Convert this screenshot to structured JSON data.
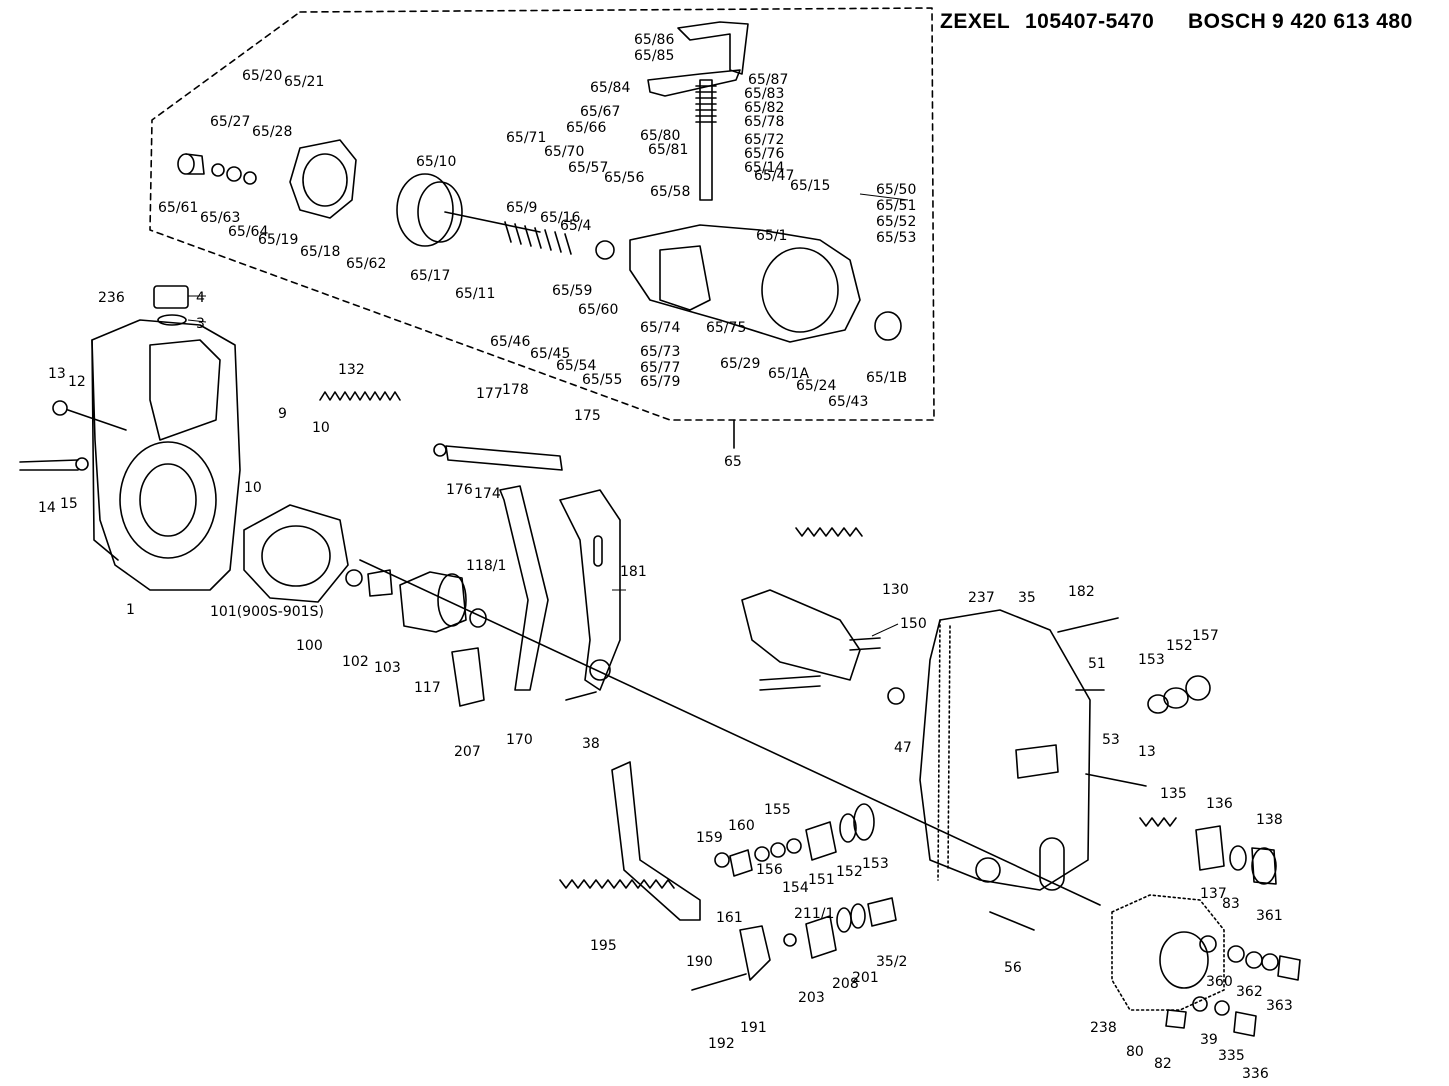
{
  "header": {
    "maker1": "ZEXEL",
    "part1": "105407-5470",
    "maker2": "BOSCH",
    "part2": "9 420 613 480"
  },
  "part_labels": [
    "65/86",
    "65/85",
    "65/84",
    "65/87",
    "65/83",
    "65/82",
    "65/78",
    "65/80",
    "65/72",
    "65/81",
    "65/76",
    "65/67",
    "65/66",
    "65/71",
    "65/70",
    "65/57",
    "65/56",
    "65/58",
    "65/14",
    "65/47",
    "65/15",
    "65/50",
    "65/51",
    "65/52",
    "65/53",
    "65/20",
    "65/21",
    "65/27",
    "65/28",
    "65/61",
    "65/63",
    "65/64",
    "65/19",
    "65/18",
    "65/62",
    "65/10",
    "65/17",
    "65/11",
    "65/9",
    "65/16",
    "65/4",
    "65/1",
    "65/59",
    "65/60",
    "65/46",
    "65/45",
    "65/54",
    "65/55",
    "65/74",
    "65/75",
    "65/73",
    "65/77",
    "65/79",
    "65/29",
    "65/1A",
    "65/24",
    "65/43",
    "65/1B",
    "65",
    "236",
    "4",
    "3",
    "13",
    "12",
    "14",
    "15",
    "1",
    "10",
    "9",
    "10",
    "101(900S-901S)",
    "100",
    "102",
    "103",
    "117",
    "118/1",
    "207",
    "132",
    "177",
    "178",
    "175",
    "176",
    "174",
    "181",
    "170",
    "38",
    "130",
    "150",
    "237",
    "35",
    "182",
    "51",
    "153",
    "152",
    "157",
    "47",
    "53",
    "13",
    "135",
    "136",
    "138",
    "137",
    "159",
    "160",
    "155",
    "156",
    "154",
    "151",
    "152",
    "153",
    "161",
    "211/1",
    "35/2",
    "201",
    "208",
    "203",
    "195",
    "190",
    "192",
    "191",
    "56",
    "83",
    "361",
    "360",
    "362",
    "363",
    "238",
    "80",
    "82",
    "39",
    "335",
    "336"
  ]
}
